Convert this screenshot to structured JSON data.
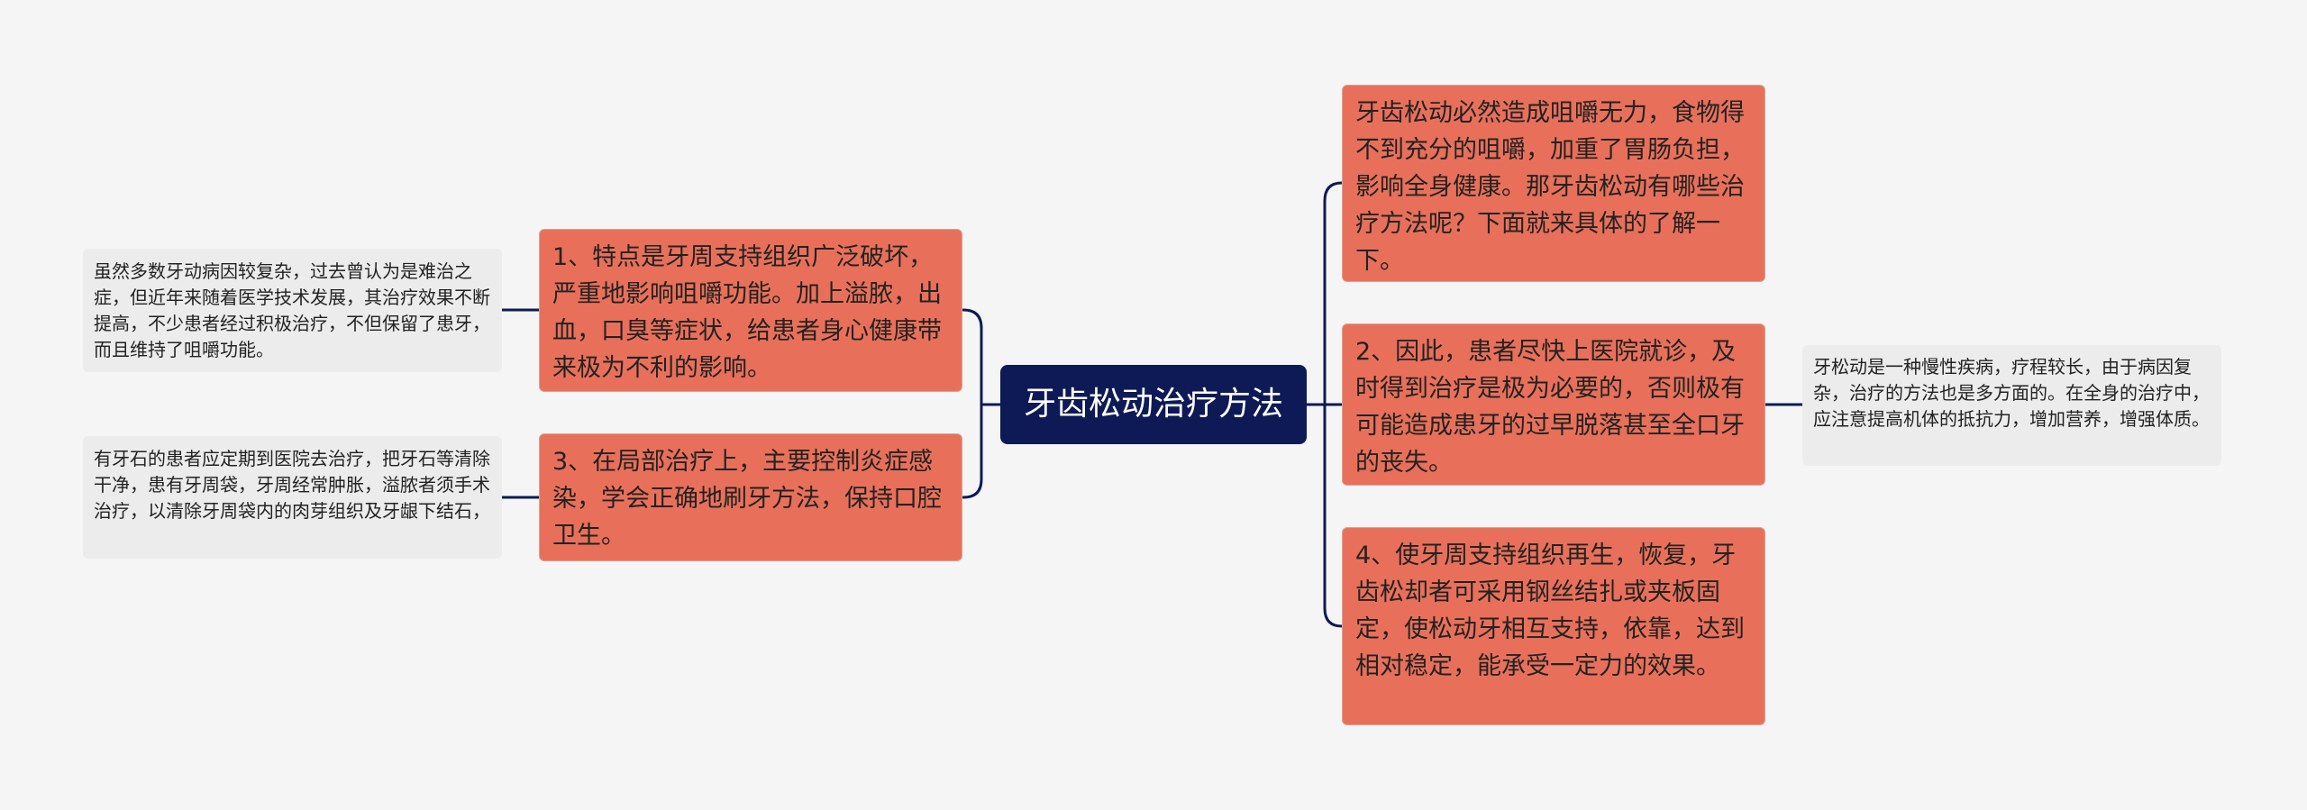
{
  "diagram": {
    "center": "牙齿松动治疗方法",
    "left": [
      {
        "branch": "1、特点是牙周支持组织广泛破坏，严重地影响咀嚼功能。加上溢脓，出血，口臭等症状，给患者身心健康带来极为不利的影响。",
        "detail": "虽然多数牙动病因较复杂，过去曾认为是难治之症，但近年来随着医学技术发展，其治疗效果不断提高，不少患者经过积极治疗，不但保留了患牙，而且维持了咀嚼功能。"
      },
      {
        "branch": "3、在局部治疗上，主要控制炎症感染，学会正确地刷牙方法，保持口腔卫生。",
        "detail": "有牙石的患者应定期到医院去治疗，把牙石等清除干净，患有牙周袋，牙周经常肿胀，溢脓者须手术治疗，以清除牙周袋内的肉芽组织及牙龈下结石，"
      }
    ],
    "right": [
      {
        "branch": "牙齿松动必然造成咀嚼无力，食物得不到充分的咀嚼，加重了胃肠负担，影响全身健康。那牙齿松动有哪些治疗方法呢？下面就来具体的了解一下。"
      },
      {
        "branch": "2、因此，患者尽快上医院就诊，及时得到治疗是极为必要的，否则极有可能造成患牙的过早脱落甚至全口牙的丧失。",
        "detail": "牙松动是一种慢性疾病，疗程较长，由于病因复杂，治疗的方法也是多方面的。在全身的治疗中，应注意提高机体的抵抗力，增加营养，增强体质。"
      },
      {
        "branch": "4、使牙周支持组织再生，恢复，牙齿松却者可采用钢丝结扎或夹板固定，使松动牙相互支持，依靠，达到相对稳定，能承受一定力的效果。"
      }
    ]
  },
  "colors": {
    "background": "#f5f5f5",
    "center_fill": "#0e1a55",
    "branch_fill": "#e8705a",
    "leaf_fill": "#ececec",
    "connector": "#0e1a55"
  }
}
